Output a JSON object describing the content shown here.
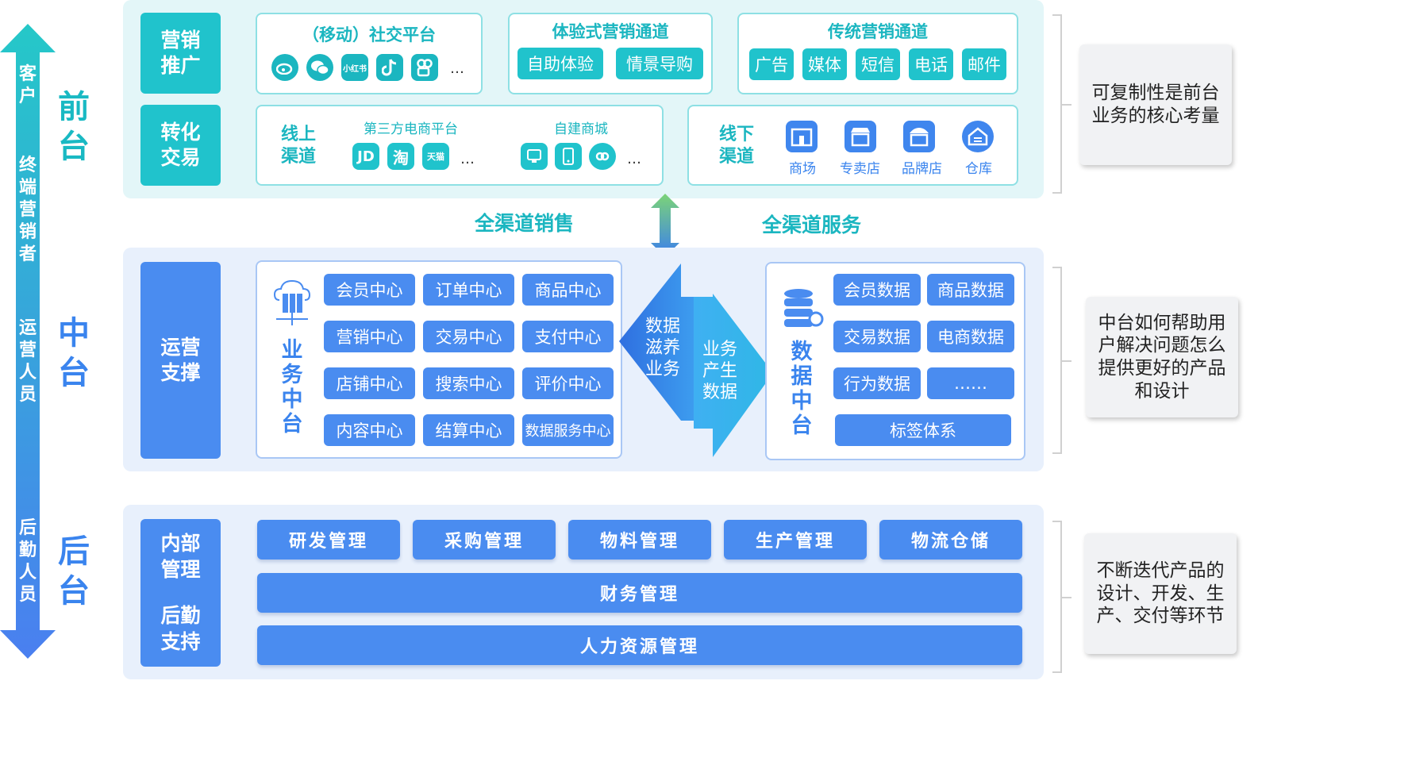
{
  "left_axis": {
    "roles": [
      "客户",
      "终端营销者",
      "运营人员",
      "后勤人员"
    ]
  },
  "layers": {
    "front": "前台",
    "middle": "中台",
    "back": "后台"
  },
  "front": {
    "marketing_label": "营销推广",
    "trade_label": "转化交易",
    "social": {
      "title": "（移动）社交平台",
      "more": "…",
      "icons": [
        "weibo-icon",
        "wechat-icon",
        "xiaohongshu-icon",
        "douyin-icon",
        "kuaishou-icon"
      ],
      "xiaohongshu_text": "小红书"
    },
    "experiential": {
      "title": "体验式营销通道",
      "items": [
        "自助体验",
        "情景导购"
      ]
    },
    "traditional": {
      "title": "传统营销通道",
      "items": [
        "广告",
        "媒体",
        "短信",
        "电话",
        "邮件"
      ]
    },
    "online": {
      "label": "线上渠道",
      "third_party_title": "第三方电商平台",
      "third_party_icons": {
        "jd": "JD",
        "taobao": "淘",
        "tmall": "天猫"
      },
      "self_title": "自建商城",
      "more": "…"
    },
    "offline": {
      "label": "线下渠道",
      "items": [
        "商场",
        "专卖店",
        "品牌店",
        "仓库"
      ]
    }
  },
  "connectors": {
    "omni_sales": "全渠道销售",
    "omni_service": "全渠道服务",
    "data_feeds_business": "数据滋养业务",
    "business_produces_data": "业务产生数据"
  },
  "middle": {
    "ops_label": "运营支撑",
    "business_platform": {
      "title": "业务中台",
      "items": [
        "会员中心",
        "订单中心",
        "商品中心",
        "营销中心",
        "交易中心",
        "支付中心",
        "店铺中心",
        "搜索中心",
        "评价中心",
        "内容中心",
        "结算中心",
        "数据服务中心"
      ]
    },
    "data_platform": {
      "title": "数据中台",
      "items": [
        "会员数据",
        "商品数据",
        "交易数据",
        "电商数据",
        "行为数据",
        "……"
      ],
      "tag_system": "标签体系"
    }
  },
  "back": {
    "label_internal": "内部管理",
    "label_logistics": "后勤支持",
    "row1": [
      "研发管理",
      "采购管理",
      "物料管理",
      "生产管理",
      "物流仓储"
    ],
    "finance": "财务管理",
    "hr": "人力资源管理"
  },
  "notes": {
    "front": "可复制性是前台业务的核心考量",
    "middle": "中台如何帮助用户解决问题怎么提供更好的产品和设计",
    "back": "不断迭代产品的设计、开发、生产、交付等环节"
  },
  "colors": {
    "teal": "#20c3cc",
    "blue": "#4a8cf0",
    "front_bg": "#e3f6f8",
    "mid_bg": "#e8f0fc"
  }
}
